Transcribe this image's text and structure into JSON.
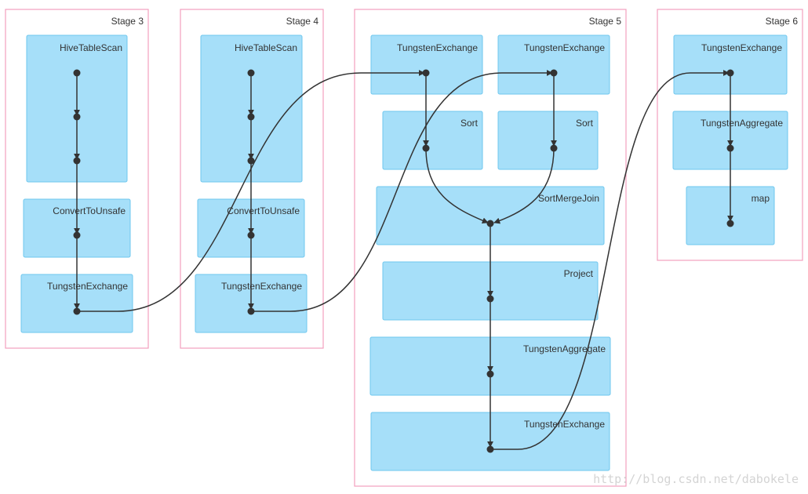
{
  "stages": [
    {
      "label": "Stage 3",
      "ops": [
        "HiveTableScan",
        "ConvertToUnsafe",
        "TungstenExchange"
      ]
    },
    {
      "label": "Stage 4",
      "ops": [
        "HiveTableScan",
        "ConvertToUnsafe",
        "TungstenExchange"
      ]
    },
    {
      "label": "Stage 5",
      "ops": [
        "TungstenExchange",
        "TungstenExchange",
        "Sort",
        "Sort",
        "SortMergeJoin",
        "Project",
        "TungstenAggregate",
        "TungstenExchange"
      ]
    },
    {
      "label": "Stage 6",
      "ops": [
        "TungstenExchange",
        "TungstenAggregate",
        "map"
      ]
    }
  ],
  "watermark": "http://blog.csdn.net/dabokele",
  "colors": {
    "stage_border": "#f29fbd",
    "op_fill": "#a6dff9",
    "op_border": "#6fc7ee",
    "edge": "#333333"
  }
}
